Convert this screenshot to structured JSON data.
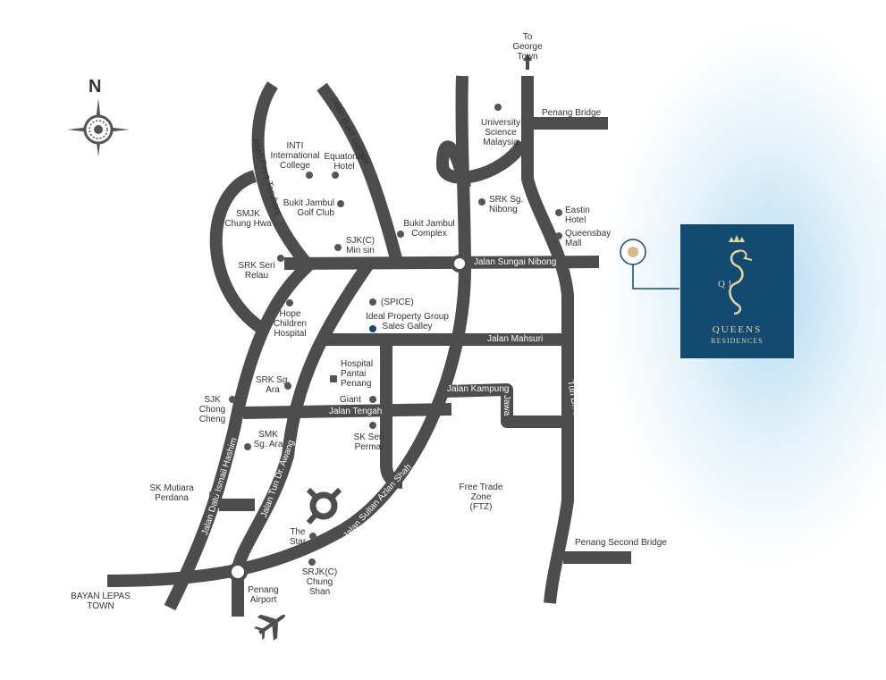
{
  "compass": {
    "north_label": "N",
    "icon": "compass-rose-icon"
  },
  "brand": {
    "name": "QUEENS",
    "subtitle": "RESIDENCES",
    "logo_letters": "Q 1",
    "bg_color": "#124a70",
    "accent_color": "#e6d3a3"
  },
  "roads": {
    "paya_terubong": "Jalan Paya Terubong",
    "bukit_gambir": "Jalan Bukit Gambir",
    "sungai_nibong": "Jalan Sungai Nibong",
    "mahsuri": "Jalan Mahsuri",
    "kampung_jawa_1": "Jalan Kampung",
    "kampung_jawa_2": "Jawa",
    "tengah": "Jalan Tengah",
    "dato_ismail_hashim": "Jalan Dato Ismail Hashim",
    "tun_dr_awang": "Jalan Tun Dr. Awang",
    "sultan_azlan_shah": "Jalan Sultan Azlan Shah",
    "tun_lim_chong_eu": "Tun Dr. Lim Chong Eu Highway"
  },
  "places": {
    "george_town": "To\nGeorge\nTown",
    "penang_bridge": "Penang Bridge",
    "usm": "University\nScience\nMalaysia",
    "inti": "INTI\nInternational\nCollege",
    "equatorial": "Equatorial\nHotel",
    "bukit_jambul_golf": "Bukit Jambul\nGolf Club",
    "smjk_chung_hwa": "SMJK\nChung Hwa",
    "srk_sg_nibong": "SRK Sg.\nNibong",
    "eastin": "Eastin\nHotel",
    "queensbay": "Queensbay\nMall",
    "bukit_jambul_complex": "Bukit Jambul\nComplex",
    "sjkc_min_sin": "SJK(C)\nMin sin",
    "srk_seri_relau": "SRK Seri\nRelau",
    "spice": "(SPICE)",
    "ideal_gallery": "Ideal Property Group\nSales Galley",
    "hope_hospital": "Hope\nChildren\nHospital",
    "pantai_hospital": "Hospital\nPantai\nPenang",
    "srk_sg_ara": "SRK Sg.\nAra",
    "sjk_chong_cheng": "SJK\nChong\nCheng",
    "giant": "Giant",
    "smk_sg_ara": "SMK\nSg. Ara",
    "sk_seri_permai": "SK Seri\nPermai",
    "ftz": "Free Trade\nZone\n(FTZ)",
    "sk_mutiara_perdana": "SK Mutiara\nPerdana",
    "the_star": "The\nStar",
    "srjkc_chung_shan": "SRJK(C)\nChung Shan",
    "penang_airport": "Penang\nAirport",
    "bayan_lepas": "BAYAN LEPAS\nTOWN",
    "second_bridge": "Penang Second Bridge"
  }
}
